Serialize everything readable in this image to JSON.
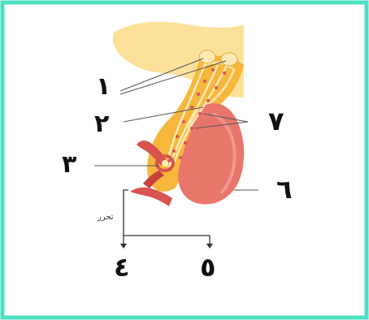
{
  "colors": {
    "border": "#4fe0c4",
    "background": "#ffffff",
    "hypothalamus": "#f6b73c",
    "hypothalamus_light": "#fcd77a",
    "posterior_lobe": "#f2c94c",
    "anterior_lobe": "#e9766b",
    "blood_vessel": "#d9534f",
    "neuron": "#fde9b8",
    "pointer_line": "#555555",
    "label": "#111111"
  },
  "labels": {
    "l1": "١",
    "l2": "٢",
    "l3": "٣",
    "l4": "٤",
    "l5": "٥",
    "l6": "٦",
    "l7": "٧"
  },
  "release_text": "تحرر"
}
